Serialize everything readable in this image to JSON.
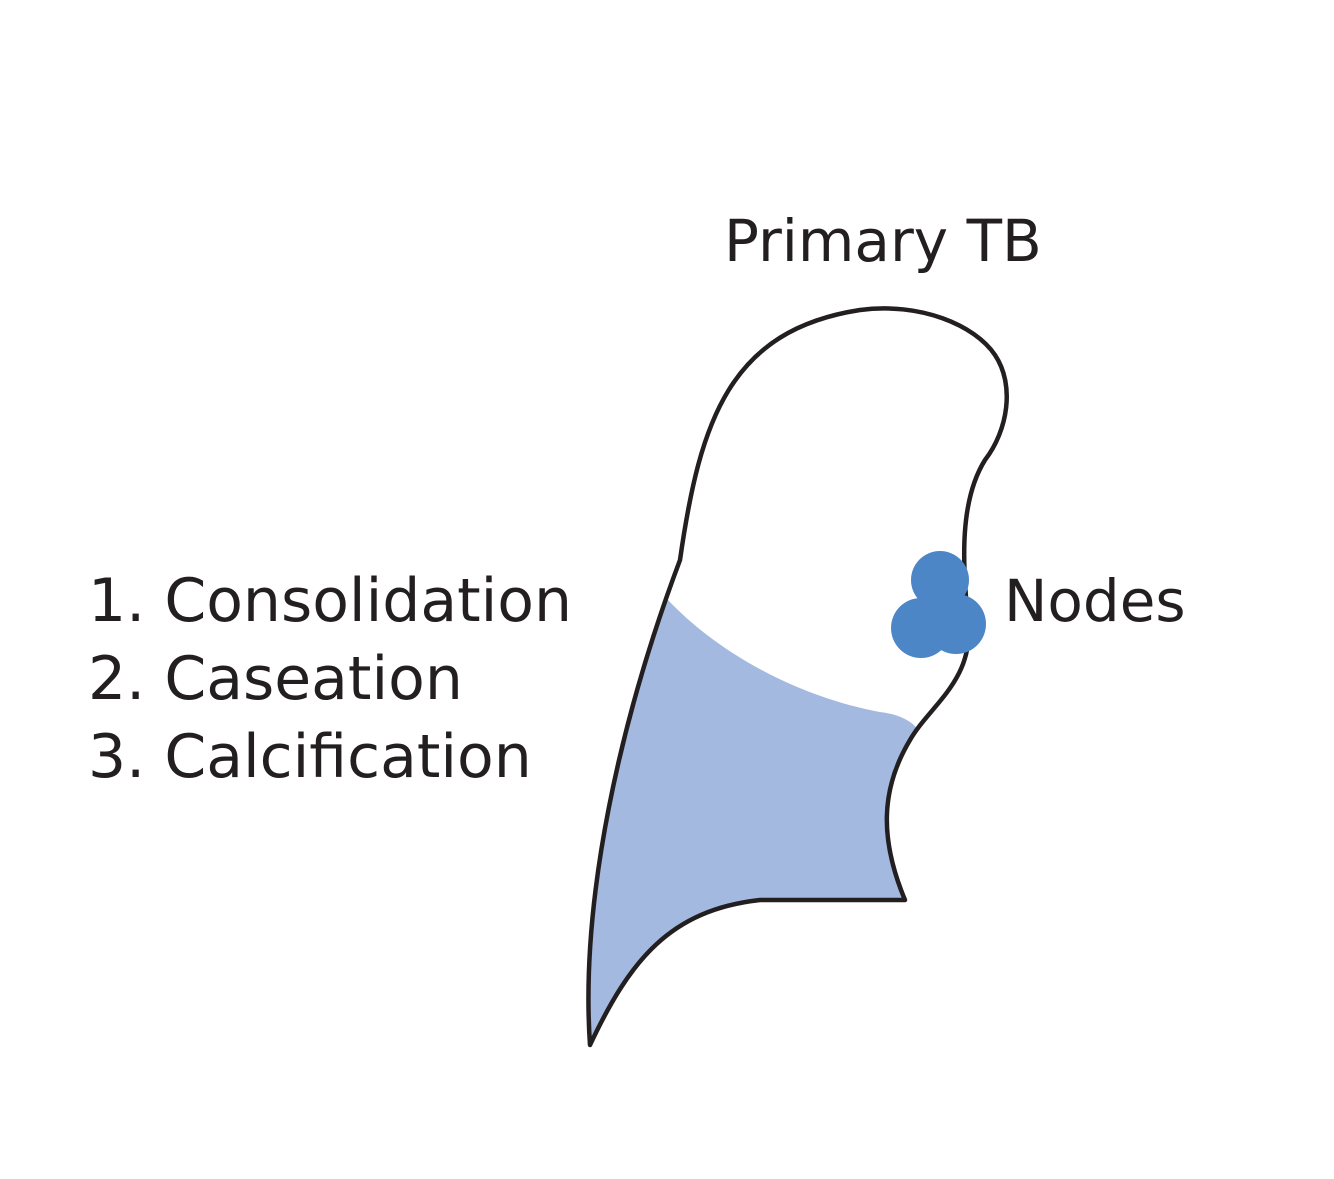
{
  "title": "Primary TB",
  "nodes_label": "Nodes",
  "stages": [
    "1. Consolidation",
    "2. Caseation",
    "3. Calcification"
  ],
  "colors": {
    "outline": "#231f20",
    "lesion_fill": "#a3b9e0",
    "nodes_fill": "#4d86c6",
    "background": "#ffffff"
  }
}
